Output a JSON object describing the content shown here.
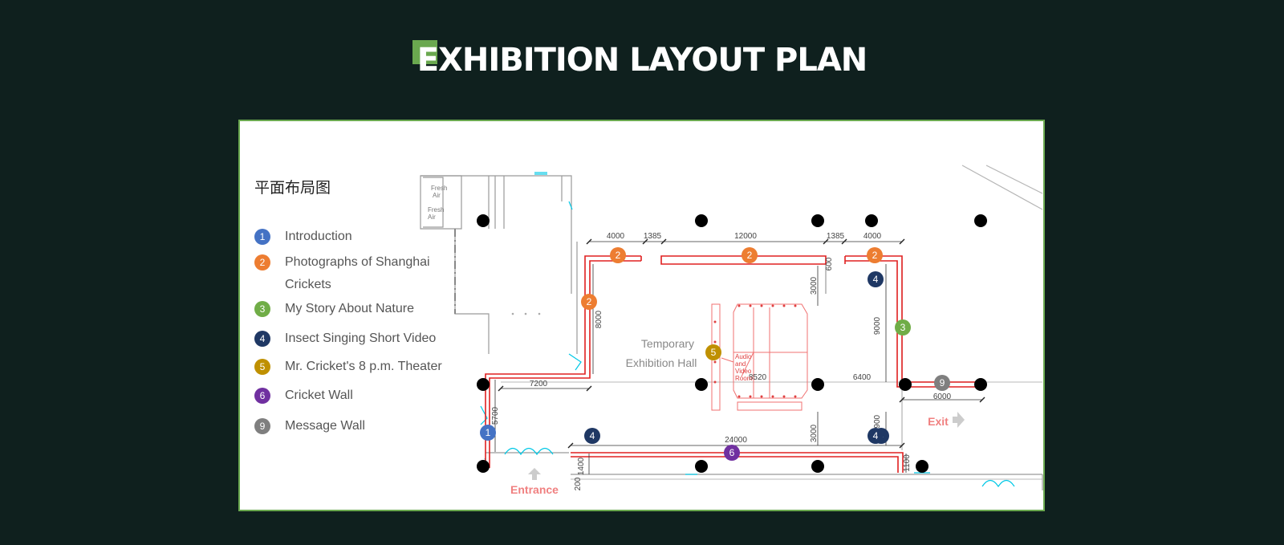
{
  "header": {
    "title": "EXHIBITION LAYOUT PLAN",
    "accent_color": "#6aa84f"
  },
  "plan": {
    "heading": "平面布局图",
    "legend": [
      {
        "num": "1",
        "label": "Introduction",
        "color": "#4472c4"
      },
      {
        "num": "2",
        "label": "Photographs of Shanghai Crickets",
        "color": "#ed7d31"
      },
      {
        "num": "3",
        "label": "My Story About Nature",
        "color": "#70ad47"
      },
      {
        "num": "4",
        "label": "Insect Singing Short Video",
        "color": "#1f3864"
      },
      {
        "num": "5",
        "label": "Mr. Cricket's 8 p.m. Theater",
        "color": "#bf9000"
      },
      {
        "num": "6",
        "label": "Cricket Wall",
        "color": "#7030a0"
      },
      {
        "num": "9",
        "label": "Message Wall",
        "color": "#7f7f7f"
      }
    ],
    "rooms": {
      "hall_line1": "Temporary",
      "hall_line2": "Exhibition Hall",
      "av_line1": "Audio",
      "av_line2": "and",
      "av_line3": "Video",
      "av_line4": "Room",
      "fresh_air1_a": "Fresh",
      "fresh_air1_b": "Air",
      "fresh_air2_a": "Fresh",
      "fresh_air2_b": "Air"
    },
    "entrance_label": "Entrance",
    "exit_label": "Exit",
    "dimensions": {
      "d_4000_left": "4000",
      "d_1385_left": "1385",
      "d_12000": "12000",
      "d_1385_right": "1385",
      "d_4000_right": "4000",
      "d_600": "600",
      "d_3000_top": "3000",
      "d_8000": "8000",
      "d_9000": "9000",
      "d_7200": "7200",
      "d_8520": "8520",
      "d_6400": "6400",
      "d_6000": "6000",
      "d_5700": "5700",
      "d_24000": "24000",
      "d_3000_bottom": "3000",
      "d_4900": "4900",
      "d_1400": "1400",
      "d_200": "200",
      "d_1100": "1100"
    },
    "markers": [
      {
        "num": "1",
        "color": "#4472c4"
      },
      {
        "num": "2",
        "color": "#ed7d31"
      },
      {
        "num": "2",
        "color": "#ed7d31"
      },
      {
        "num": "2",
        "color": "#ed7d31"
      },
      {
        "num": "2",
        "color": "#ed7d31"
      },
      {
        "num": "3",
        "color": "#70ad47"
      },
      {
        "num": "4",
        "color": "#1f3864"
      },
      {
        "num": "4",
        "color": "#1f3864"
      },
      {
        "num": "4",
        "color": "#1f3864"
      },
      {
        "num": "4",
        "color": "#1f3864"
      },
      {
        "num": "5",
        "color": "#bf9000"
      },
      {
        "num": "6",
        "color": "#7030a0"
      },
      {
        "num": "9",
        "color": "#7f7f7f"
      }
    ]
  }
}
